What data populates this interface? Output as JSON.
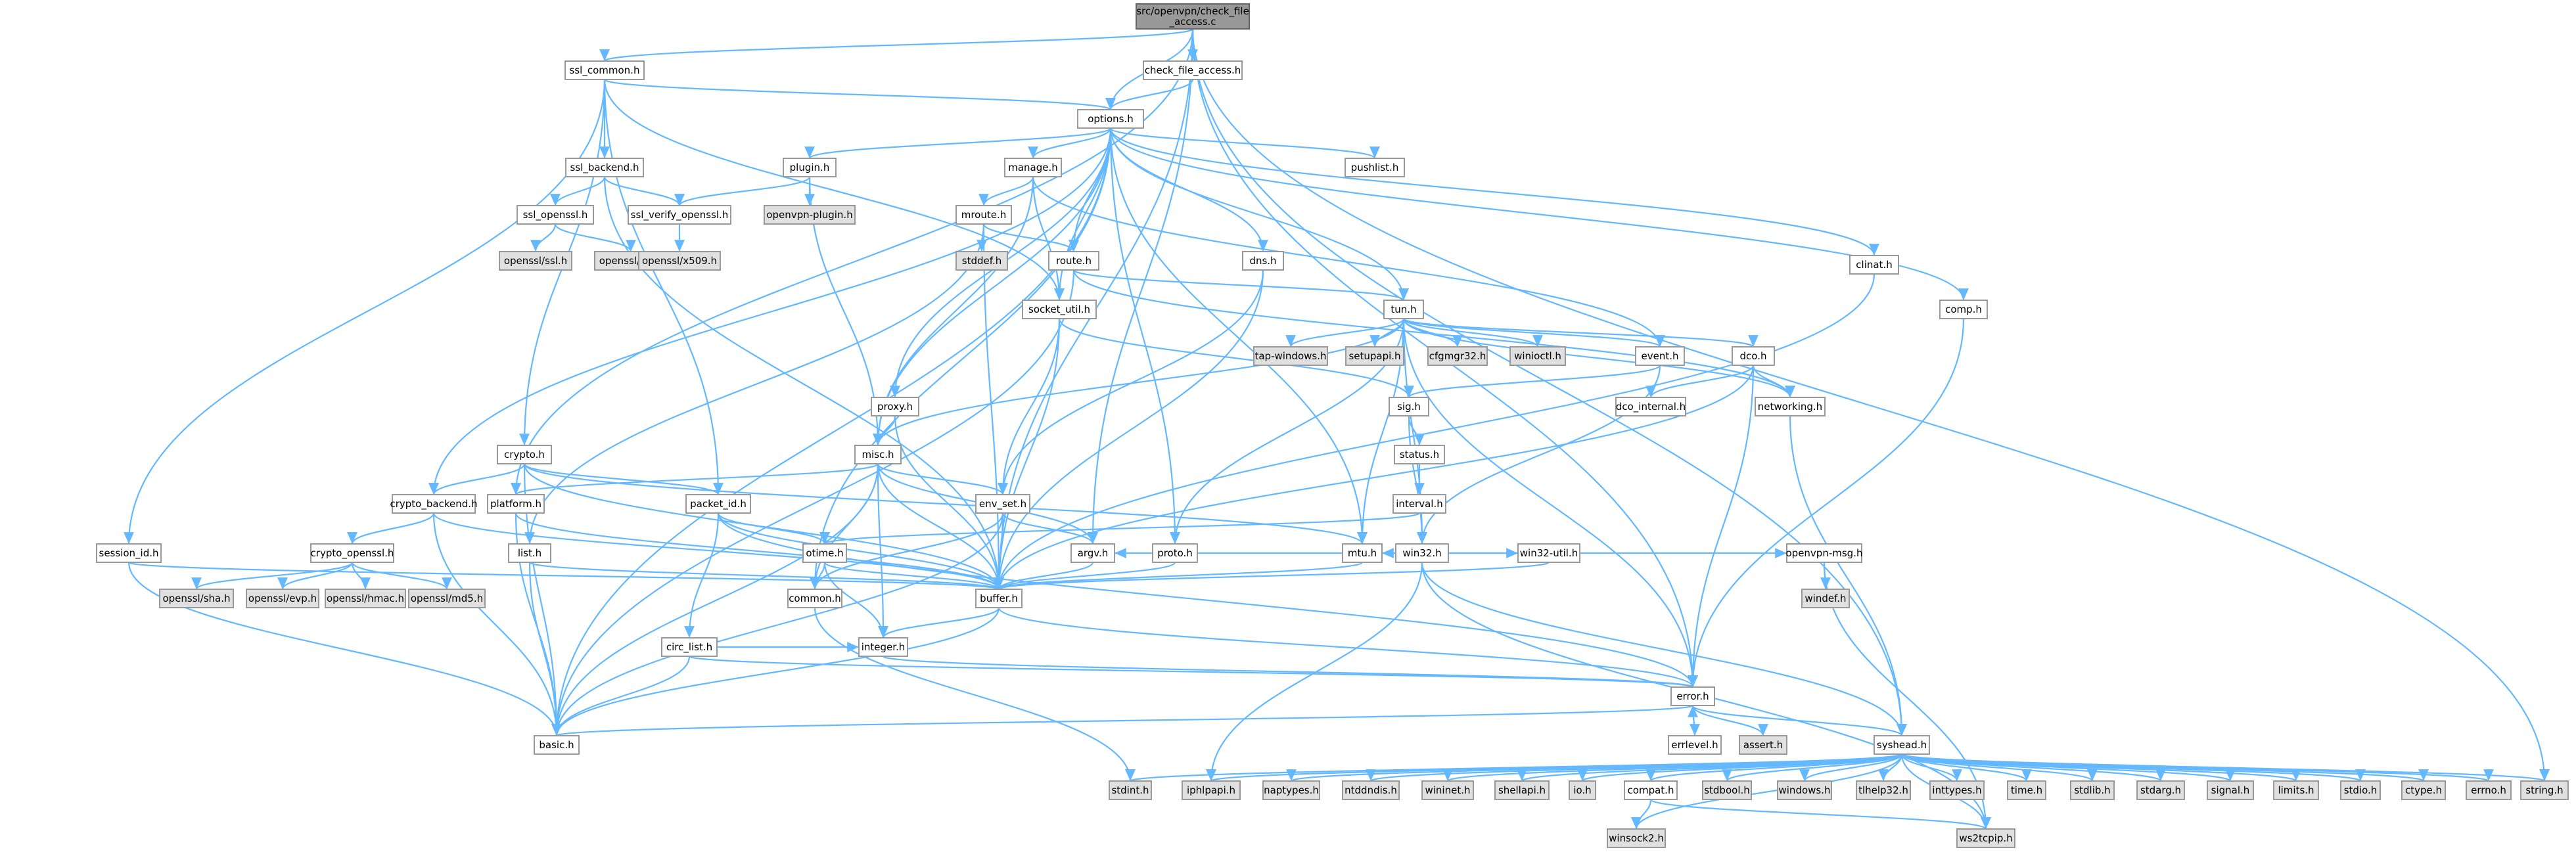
{
  "root_label": [
    "src/openvpn/check_file",
    "_access.c"
  ],
  "nodes": [
    {
      "id": "check_file_access_h",
      "label": "check_file_access.h",
      "kind": "white"
    },
    {
      "id": "ssl_common_h",
      "label": "ssl_common.h",
      "kind": "white"
    },
    {
      "id": "options_h",
      "label": "options.h",
      "kind": "white"
    },
    {
      "id": "ssl_backend_h",
      "label": "ssl_backend.h",
      "kind": "white"
    },
    {
      "id": "plugin_h",
      "label": "plugin.h",
      "kind": "white"
    },
    {
      "id": "manage_h",
      "label": "manage.h",
      "kind": "white"
    },
    {
      "id": "pushlist_h",
      "label": "pushlist.h",
      "kind": "white"
    },
    {
      "id": "ssl_openssl_h",
      "label": "ssl_openssl.h",
      "kind": "white"
    },
    {
      "id": "ssl_verify_openssl_h",
      "label": "ssl_verify_openssl.h",
      "kind": "white"
    },
    {
      "id": "openvpn_plugin_h",
      "label": "openvpn-plugin.h",
      "kind": "grey"
    },
    {
      "id": "mroute_h",
      "label": "mroute.h",
      "kind": "white"
    },
    {
      "id": "openssl_ssl_h",
      "label": "openssl/ssl.h",
      "kind": "grey"
    },
    {
      "id": "openssl_err_h",
      "label": "openssl/err.h",
      "kind": "grey"
    },
    {
      "id": "openssl_x509_h",
      "label": "openssl/x509.h",
      "kind": "grey"
    },
    {
      "id": "stddef_h",
      "label": "stddef.h",
      "kind": "grey"
    },
    {
      "id": "route_h",
      "label": "route.h",
      "kind": "white"
    },
    {
      "id": "dns_h",
      "label": "dns.h",
      "kind": "white"
    },
    {
      "id": "clinat_h",
      "label": "clinat.h",
      "kind": "white"
    },
    {
      "id": "comp_h",
      "label": "comp.h",
      "kind": "white"
    },
    {
      "id": "socket_util_h",
      "label": "socket_util.h",
      "kind": "white"
    },
    {
      "id": "tun_h",
      "label": "tun.h",
      "kind": "white"
    },
    {
      "id": "tap_windows_h",
      "label": "tap-windows.h",
      "kind": "grey"
    },
    {
      "id": "setupapi_h",
      "label": "setupapi.h",
      "kind": "grey"
    },
    {
      "id": "cfgmgr32_h",
      "label": "cfgmgr32.h",
      "kind": "grey"
    },
    {
      "id": "winioctl_h",
      "label": "winioctl.h",
      "kind": "grey"
    },
    {
      "id": "event_h",
      "label": "event.h",
      "kind": "white"
    },
    {
      "id": "dco_h",
      "label": "dco.h",
      "kind": "white"
    },
    {
      "id": "proxy_h",
      "label": "proxy.h",
      "kind": "white"
    },
    {
      "id": "sig_h",
      "label": "sig.h",
      "kind": "white"
    },
    {
      "id": "dco_internal_h",
      "label": "dco_internal.h",
      "kind": "white"
    },
    {
      "id": "networking_h",
      "label": "networking.h",
      "kind": "white"
    },
    {
      "id": "crypto_h",
      "label": "crypto.h",
      "kind": "white"
    },
    {
      "id": "misc_h",
      "label": "misc.h",
      "kind": "white"
    },
    {
      "id": "status_h",
      "label": "status.h",
      "kind": "white"
    },
    {
      "id": "crypto_backend_h",
      "label": "crypto_backend.h",
      "kind": "white"
    },
    {
      "id": "platform_h",
      "label": "platform.h",
      "kind": "white"
    },
    {
      "id": "packet_id_h",
      "label": "packet_id.h",
      "kind": "white"
    },
    {
      "id": "env_set_h",
      "label": "env_set.h",
      "kind": "white"
    },
    {
      "id": "interval_h",
      "label": "interval.h",
      "kind": "white"
    },
    {
      "id": "win32_h",
      "label": "win32.h",
      "kind": "white"
    },
    {
      "id": "session_id_h",
      "label": "session_id.h",
      "kind": "white"
    },
    {
      "id": "list_h",
      "label": "list.h",
      "kind": "white"
    },
    {
      "id": "crypto_openssl_h",
      "label": "crypto_openssl.h",
      "kind": "white"
    },
    {
      "id": "otime_h",
      "label": "otime.h",
      "kind": "white"
    },
    {
      "id": "argv_h",
      "label": "argv.h",
      "kind": "white"
    },
    {
      "id": "proto_h",
      "label": "proto.h",
      "kind": "white"
    },
    {
      "id": "mtu_h",
      "label": "mtu.h",
      "kind": "white"
    },
    {
      "id": "win32_util_h",
      "label": "win32-util.h",
      "kind": "white"
    },
    {
      "id": "openvpn_msg_h",
      "label": "openvpn-msg.h",
      "kind": "white"
    },
    {
      "id": "openssl_sha_h",
      "label": "openssl/sha.h",
      "kind": "grey"
    },
    {
      "id": "openssl_evp_h",
      "label": "openssl/evp.h",
      "kind": "grey"
    },
    {
      "id": "openssl_hmac_h",
      "label": "openssl/hmac.h",
      "kind": "grey"
    },
    {
      "id": "openssl_md5_h",
      "label": "openssl/md5.h",
      "kind": "grey"
    },
    {
      "id": "common_h",
      "label": "common.h",
      "kind": "white"
    },
    {
      "id": "buffer_h",
      "label": "buffer.h",
      "kind": "white"
    },
    {
      "id": "windef_h",
      "label": "windef.h",
      "kind": "grey"
    },
    {
      "id": "circ_list_h",
      "label": "circ_list.h",
      "kind": "white"
    },
    {
      "id": "integer_h",
      "label": "integer.h",
      "kind": "white"
    },
    {
      "id": "error_h",
      "label": "error.h",
      "kind": "white"
    },
    {
      "id": "errlevel_h",
      "label": "errlevel.h",
      "kind": "white"
    },
    {
      "id": "assert_h",
      "label": "assert.h",
      "kind": "grey"
    },
    {
      "id": "basic_h",
      "label": "basic.h",
      "kind": "white"
    },
    {
      "id": "syshead_h",
      "label": "syshead.h",
      "kind": "white"
    },
    {
      "id": "stdint_h",
      "label": "stdint.h",
      "kind": "grey"
    },
    {
      "id": "iphlpapi_h",
      "label": "iphlpapi.h",
      "kind": "grey"
    },
    {
      "id": "naptypes_h",
      "label": "naptypes.h",
      "kind": "grey"
    },
    {
      "id": "ntddndis_h",
      "label": "ntddndis.h",
      "kind": "grey"
    },
    {
      "id": "wininet_h",
      "label": "wininet.h",
      "kind": "grey"
    },
    {
      "id": "shellapi_h",
      "label": "shellapi.h",
      "kind": "grey"
    },
    {
      "id": "io_h",
      "label": "io.h",
      "kind": "grey"
    },
    {
      "id": "compat_h",
      "label": "compat.h",
      "kind": "white"
    },
    {
      "id": "stdbool_h",
      "label": "stdbool.h",
      "kind": "grey"
    },
    {
      "id": "windows_h",
      "label": "windows.h",
      "kind": "grey"
    },
    {
      "id": "tlhelp32_h",
      "label": "tlhelp32.h",
      "kind": "grey"
    },
    {
      "id": "inttypes_h",
      "label": "inttypes.h",
      "kind": "grey"
    },
    {
      "id": "time_h",
      "label": "time.h",
      "kind": "grey"
    },
    {
      "id": "stdlib_h",
      "label": "stdlib.h",
      "kind": "grey"
    },
    {
      "id": "stdarg_h",
      "label": "stdarg.h",
      "kind": "grey"
    },
    {
      "id": "signal_h",
      "label": "signal.h",
      "kind": "grey"
    },
    {
      "id": "limits_h",
      "label": "limits.h",
      "kind": "grey"
    },
    {
      "id": "stdio_h",
      "label": "stdio.h",
      "kind": "grey"
    },
    {
      "id": "ctype_h",
      "label": "ctype.h",
      "kind": "grey"
    },
    {
      "id": "errno_h",
      "label": "errno.h",
      "kind": "grey"
    },
    {
      "id": "string_h",
      "label": "string.h",
      "kind": "grey"
    },
    {
      "id": "winsock2_h",
      "label": "winsock2.h",
      "kind": "grey"
    },
    {
      "id": "ws2tcpip_h",
      "label": "ws2tcpip.h",
      "kind": "grey"
    }
  ],
  "edges": [
    [
      "root",
      "check_file_access_h"
    ],
    [
      "root",
      "ssl_common_h"
    ],
    [
      "root",
      "options_h"
    ],
    [
      "root",
      "platform_h"
    ],
    [
      "root",
      "buffer_h"
    ],
    [
      "root",
      "argv_h"
    ],
    [
      "root",
      "error_h"
    ],
    [
      "root",
      "syshead_h"
    ],
    [
      "root",
      "string_h"
    ],
    [
      "check_file_access_h",
      "options_h"
    ],
    [
      "ssl_common_h",
      "options_h"
    ],
    [
      "ssl_common_h",
      "ssl_backend_h"
    ],
    [
      "ssl_common_h",
      "crypto_h"
    ],
    [
      "ssl_common_h",
      "packet_id_h"
    ],
    [
      "ssl_common_h",
      "session_id_h"
    ],
    [
      "ssl_common_h",
      "socket_util_h"
    ],
    [
      "options_h",
      "basic_h"
    ],
    [
      "options_h",
      "common_h"
    ],
    [
      "options_h",
      "crypto_backend_h"
    ],
    [
      "options_h",
      "plugin_h"
    ],
    [
      "options_h",
      "manage_h"
    ],
    [
      "options_h",
      "pushlist_h"
    ],
    [
      "options_h",
      "route_h"
    ],
    [
      "options_h",
      "dns_h"
    ],
    [
      "options_h",
      "clinat_h"
    ],
    [
      "options_h",
      "comp_h"
    ],
    [
      "options_h",
      "tun_h"
    ],
    [
      "options_h",
      "proxy_h"
    ],
    [
      "options_h",
      "socket_util_h"
    ],
    [
      "options_h",
      "misc_h"
    ],
    [
      "options_h",
      "mtu_h"
    ],
    [
      "options_h",
      "proto_h"
    ],
    [
      "ssl_backend_h",
      "ssl_openssl_h"
    ],
    [
      "ssl_backend_h",
      "ssl_verify_openssl_h"
    ],
    [
      "ssl_backend_h",
      "buffer_h"
    ],
    [
      "ssl_openssl_h",
      "openssl_ssl_h"
    ],
    [
      "ssl_openssl_h",
      "openssl_err_h"
    ],
    [
      "ssl_verify_openssl_h",
      "openssl_x509_h"
    ],
    [
      "plugin_h",
      "openvpn_plugin_h"
    ],
    [
      "plugin_h",
      "ssl_verify_openssl_h"
    ],
    [
      "plugin_h",
      "misc_h"
    ],
    [
      "manage_h",
      "mroute_h"
    ],
    [
      "manage_h",
      "socket_util_h"
    ],
    [
      "manage_h",
      "misc_h"
    ],
    [
      "manage_h",
      "event_h"
    ],
    [
      "mroute_h",
      "stddef_h"
    ],
    [
      "mroute_h",
      "route_h"
    ],
    [
      "mroute_h",
      "buffer_h"
    ],
    [
      "mroute_h",
      "list_h"
    ],
    [
      "route_h",
      "tun_h"
    ],
    [
      "route_h",
      "basic_h"
    ],
    [
      "route_h",
      "networking_h"
    ],
    [
      "dns_h",
      "buffer_h"
    ],
    [
      "dns_h",
      "env_set_h"
    ],
    [
      "clinat_h",
      "buffer_h"
    ],
    [
      "comp_h",
      "error_h"
    ],
    [
      "socket_util_h",
      "buffer_h"
    ],
    [
      "socket_util_h",
      "sig_h"
    ],
    [
      "socket_util_h",
      "env_set_h"
    ],
    [
      "tun_h",
      "tap_windows_h"
    ],
    [
      "tun_h",
      "setupapi_h"
    ],
    [
      "tun_h",
      "cfgmgr32_h"
    ],
    [
      "tun_h",
      "winioctl_h"
    ],
    [
      "tun_h",
      "event_h"
    ],
    [
      "tun_h",
      "dco_h"
    ],
    [
      "tun_h",
      "networking_h"
    ],
    [
      "tun_h",
      "win32_h"
    ],
    [
      "tun_h",
      "misc_h"
    ],
    [
      "tun_h",
      "mtu_h"
    ],
    [
      "tun_h",
      "proto_h"
    ],
    [
      "tun_h",
      "error_h"
    ],
    [
      "event_h",
      "win32_h"
    ],
    [
      "event_h",
      "sig_h"
    ],
    [
      "dco_h",
      "buffer_h"
    ],
    [
      "dco_h",
      "error_h"
    ],
    [
      "dco_h",
      "networking_h"
    ],
    [
      "dco_h",
      "dco_internal_h"
    ],
    [
      "proxy_h",
      "buffer_h"
    ],
    [
      "proxy_h",
      "misc_h"
    ],
    [
      "sig_h",
      "status_h"
    ],
    [
      "sig_h",
      "win32_h"
    ],
    [
      "networking_h",
      "syshead_h"
    ],
    [
      "crypto_h",
      "crypto_backend_h"
    ],
    [
      "crypto_h",
      "basic_h"
    ],
    [
      "crypto_h",
      "buffer_h"
    ],
    [
      "crypto_h",
      "packet_id_h"
    ],
    [
      "crypto_h",
      "mtu_h"
    ],
    [
      "misc_h",
      "argv_h"
    ],
    [
      "misc_h",
      "basic_h"
    ],
    [
      "misc_h",
      "common_h"
    ],
    [
      "misc_h",
      "env_set_h"
    ],
    [
      "misc_h",
      "integer_h"
    ],
    [
      "misc_h",
      "buffer_h"
    ],
    [
      "misc_h",
      "platform_h"
    ],
    [
      "status_h",
      "interval_h"
    ],
    [
      "interval_h",
      "otime_h"
    ],
    [
      "crypto_backend_h",
      "crypto_openssl_h"
    ],
    [
      "crypto_backend_h",
      "basic_h"
    ],
    [
      "crypto_backend_h",
      "buffer_h"
    ],
    [
      "platform_h",
      "buffer_h"
    ],
    [
      "platform_h",
      "basic_h"
    ],
    [
      "packet_id_h",
      "circ_list_h"
    ],
    [
      "packet_id_h",
      "buffer_h"
    ],
    [
      "packet_id_h",
      "error_h"
    ],
    [
      "packet_id_h",
      "otime_h"
    ],
    [
      "env_set_h",
      "argv_h"
    ],
    [
      "env_set_h",
      "basic_h"
    ],
    [
      "env_set_h",
      "buffer_h"
    ],
    [
      "env_set_h",
      "common_h"
    ],
    [
      "win32_h",
      "win32_util_h"
    ],
    [
      "win32_h",
      "openvpn_msg_h"
    ],
    [
      "win32_h",
      "mtu_h"
    ],
    [
      "win32_h",
      "argv_h"
    ],
    [
      "win32_h",
      "syshead_h"
    ],
    [
      "win32_h",
      "iphlpapi_h"
    ],
    [
      "win32_h",
      "ws2tcpip_h"
    ],
    [
      "session_id_h",
      "basic_h"
    ],
    [
      "session_id_h",
      "buffer_h"
    ],
    [
      "list_h",
      "basic_h"
    ],
    [
      "list_h",
      "buffer_h"
    ],
    [
      "crypto_openssl_h",
      "openssl_sha_h"
    ],
    [
      "crypto_openssl_h",
      "openssl_evp_h"
    ],
    [
      "crypto_openssl_h",
      "openssl_hmac_h"
    ],
    [
      "crypto_openssl_h",
      "openssl_md5_h"
    ],
    [
      "otime_h",
      "common_h"
    ],
    [
      "otime_h",
      "integer_h"
    ],
    [
      "otime_h",
      "buffer_h"
    ],
    [
      "argv_h",
      "buffer_h"
    ],
    [
      "proto_h",
      "buffer_h"
    ],
    [
      "mtu_h",
      "buffer_h"
    ],
    [
      "win32_util_h",
      "buffer_h"
    ],
    [
      "openvpn_msg_h",
      "windef_h"
    ],
    [
      "openvpn_msg_h",
      "ws2tcpip_h"
    ],
    [
      "common_h",
      "stdint_h"
    ],
    [
      "buffer_h",
      "basic_h"
    ],
    [
      "buffer_h",
      "error_h"
    ],
    [
      "buffer_h",
      "integer_h"
    ],
    [
      "circ_list_h",
      "basic_h"
    ],
    [
      "circ_list_h",
      "integer_h"
    ],
    [
      "circ_list_h",
      "error_h"
    ],
    [
      "integer_h",
      "error_h"
    ],
    [
      "error_h",
      "basic_h"
    ],
    [
      "error_h",
      "syshead_h"
    ],
    [
      "error_h",
      "errlevel_h"
    ],
    [
      "error_h",
      "assert_h"
    ],
    [
      "errlevel_h",
      "error_h"
    ],
    [
      "syshead_h",
      "stdint_h"
    ],
    [
      "syshead_h",
      "iphlpapi_h"
    ],
    [
      "syshead_h",
      "naptypes_h"
    ],
    [
      "syshead_h",
      "ntddndis_h"
    ],
    [
      "syshead_h",
      "wininet_h"
    ],
    [
      "syshead_h",
      "shellapi_h"
    ],
    [
      "syshead_h",
      "io_h"
    ],
    [
      "syshead_h",
      "compat_h"
    ],
    [
      "syshead_h",
      "stdbool_h"
    ],
    [
      "syshead_h",
      "windows_h"
    ],
    [
      "syshead_h",
      "tlhelp32_h"
    ],
    [
      "syshead_h",
      "inttypes_h"
    ],
    [
      "syshead_h",
      "time_h"
    ],
    [
      "syshead_h",
      "stdlib_h"
    ],
    [
      "syshead_h",
      "stdarg_h"
    ],
    [
      "syshead_h",
      "signal_h"
    ],
    [
      "syshead_h",
      "limits_h"
    ],
    [
      "syshead_h",
      "stdio_h"
    ],
    [
      "syshead_h",
      "ctype_h"
    ],
    [
      "syshead_h",
      "errno_h"
    ],
    [
      "syshead_h",
      "string_h"
    ],
    [
      "syshead_h",
      "winsock2_h"
    ],
    [
      "syshead_h",
      "ws2tcpip_h"
    ],
    [
      "compat_h",
      "winsock2_h"
    ],
    [
      "compat_h",
      "ws2tcpip_h"
    ]
  ],
  "colors": {
    "edge": "#63b8ff",
    "node_border": "#999999",
    "grey_fill": "#e0e0e0",
    "root_fill": "#999999"
  }
}
